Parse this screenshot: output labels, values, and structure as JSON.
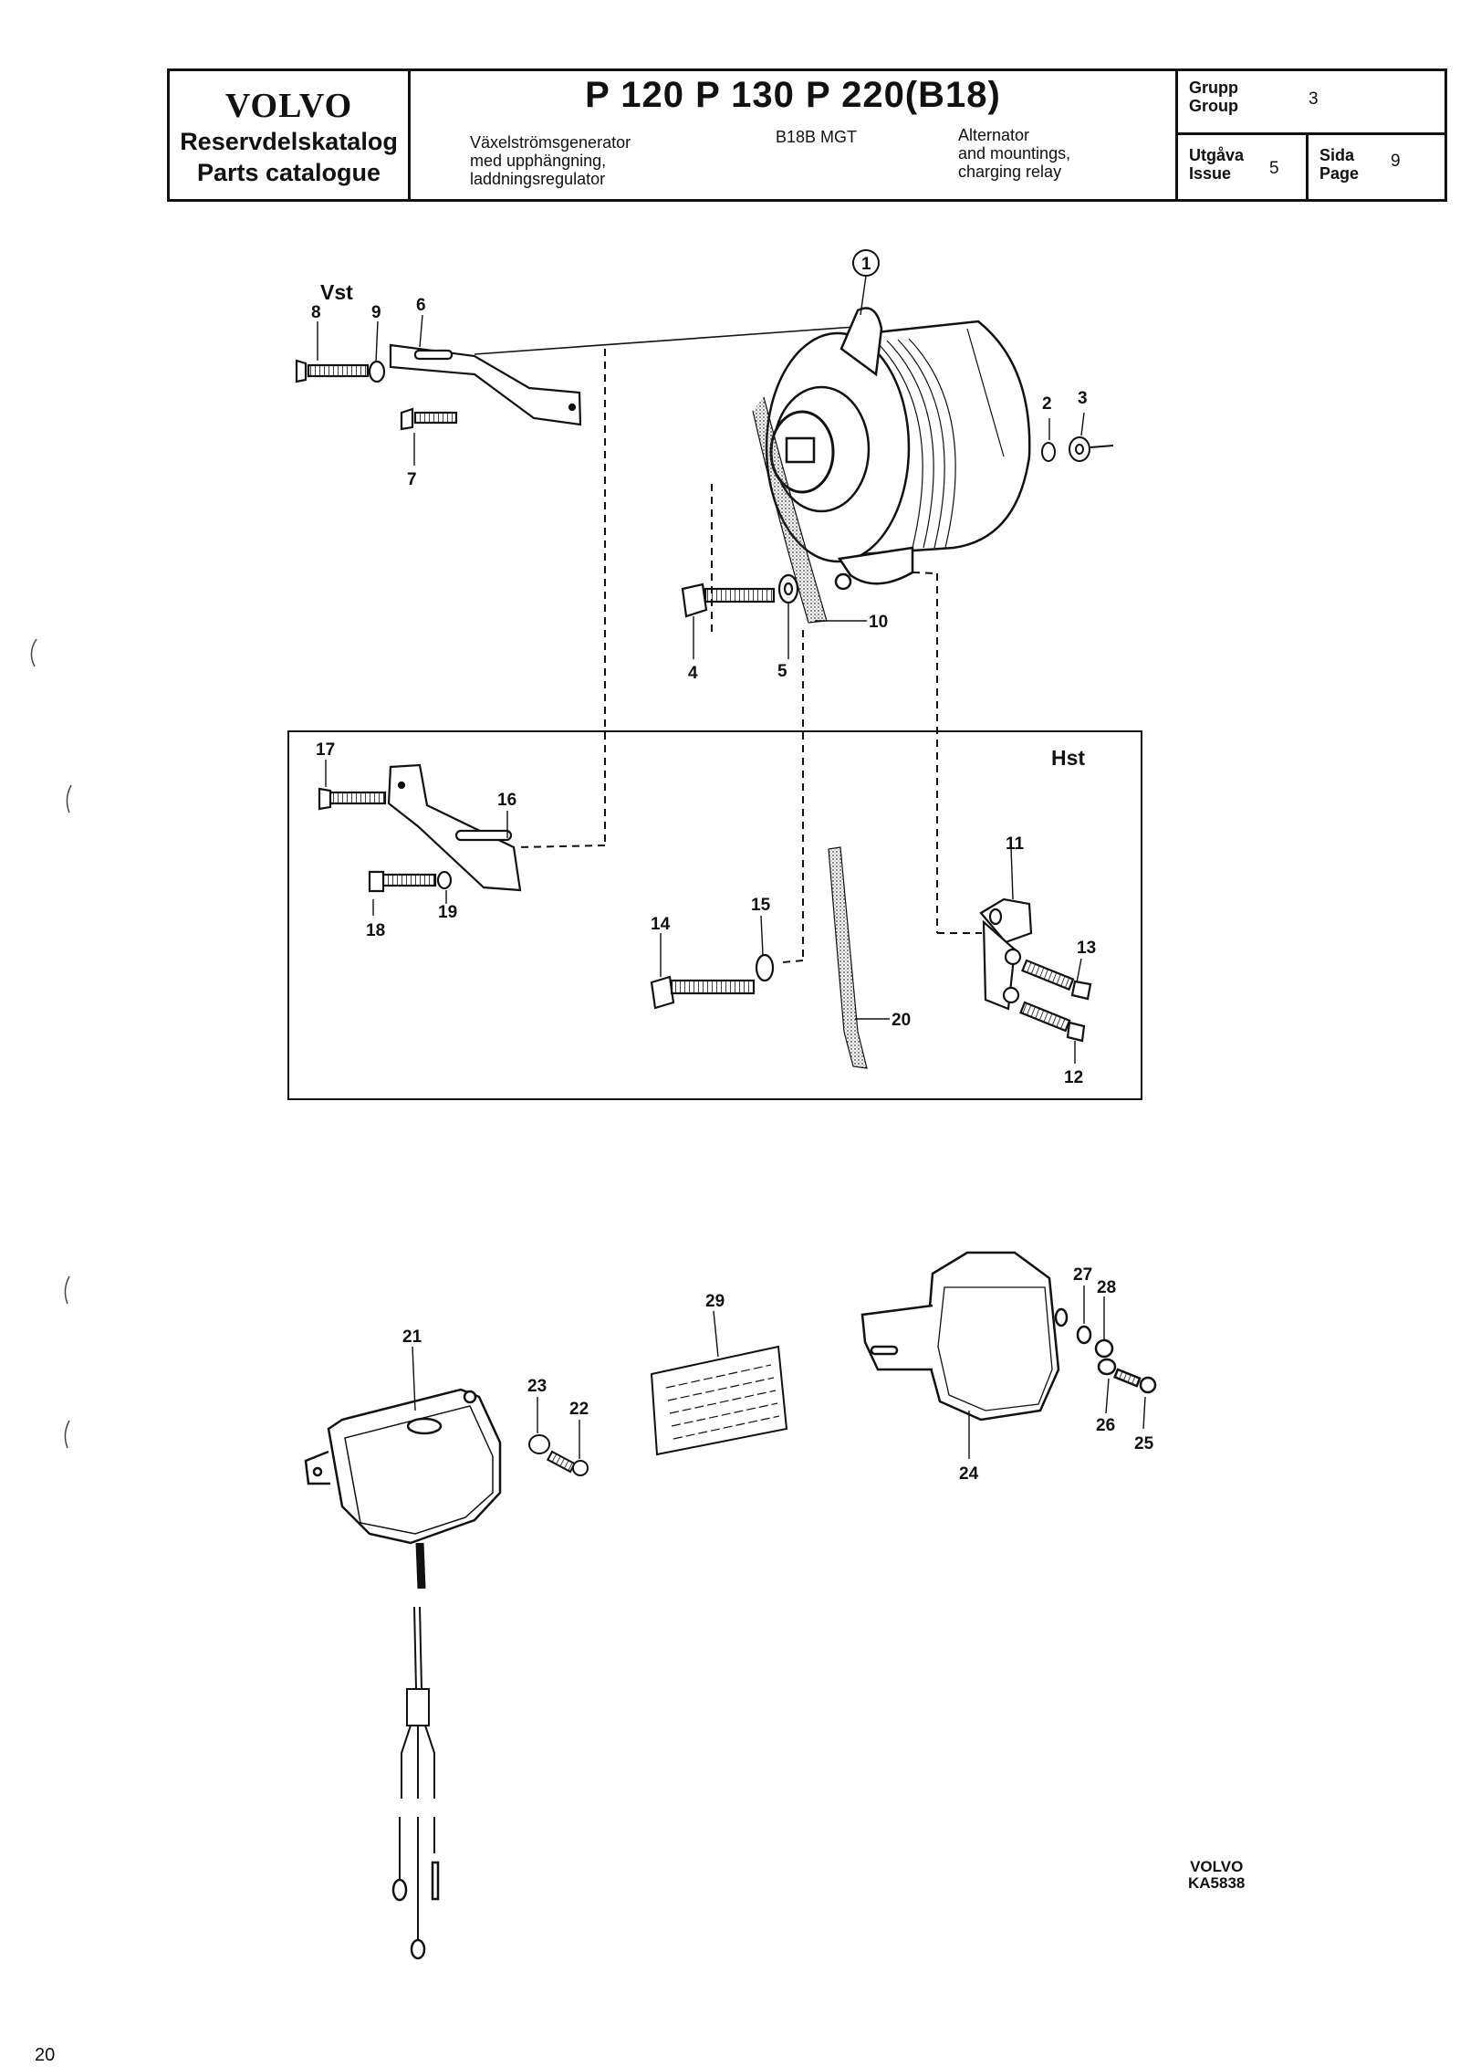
{
  "header": {
    "brand": "VOLVO",
    "catalog_sv": "Reservdelskatalog",
    "catalog_en": "Parts catalogue",
    "models": "P 120   P 130   P 220(B18)",
    "desc_sv": [
      "Växelströmsgenerator",
      "med upphängning,",
      "laddningsregulator"
    ],
    "engine": "B18B MGT",
    "desc_en": [
      "Alternator",
      "and mountings,",
      "charging relay"
    ],
    "group_labels": [
      "Grupp",
      "Group"
    ],
    "group_value": "3",
    "issue_labels": [
      "Utgåva",
      "Issue"
    ],
    "issue_value": "5",
    "page_labels": [
      "Sida",
      "Page"
    ],
    "page_value": "9"
  },
  "diagram": {
    "sections": {
      "left": "Vst",
      "right": "Hst"
    },
    "callouts": [
      "1",
      "2",
      "3",
      "4",
      "5",
      "6",
      "7",
      "8",
      "9",
      "10",
      "11",
      "12",
      "13",
      "14",
      "15",
      "16",
      "17",
      "18",
      "19",
      "20",
      "21",
      "22",
      "23",
      "24",
      "25",
      "26",
      "27",
      "28",
      "29"
    ]
  },
  "footer": {
    "brand": "VOLVO",
    "figure_code": "KA5838",
    "page_number": "20"
  }
}
